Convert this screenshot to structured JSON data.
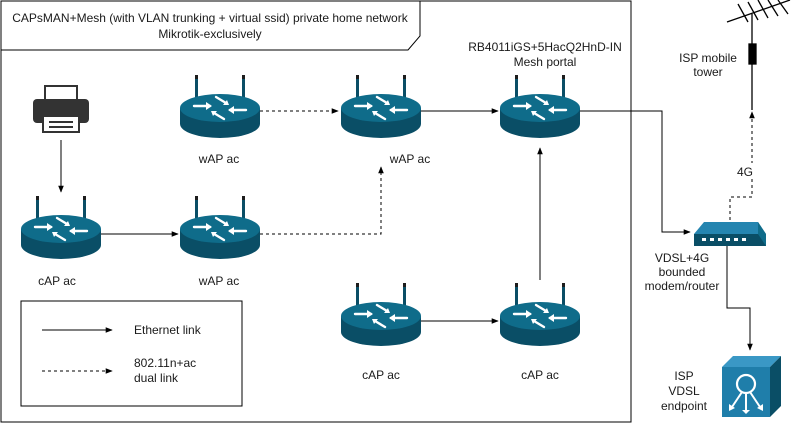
{
  "title": {
    "line1": "CAPsMAN+Mesh (with VLAN trunking + virtual ssid) private home network",
    "line2": "Mikrotik-exclusively"
  },
  "nodes": {
    "printer": {
      "icon": "printer-icon"
    },
    "cap_left": {
      "label": "cAP ac",
      "icon": "router-icon"
    },
    "wap_bottom": {
      "label": "wAP ac",
      "icon": "router-icon"
    },
    "wap_top_left": {
      "label": "wAP ac",
      "icon": "router-icon"
    },
    "wap_top_mid": {
      "label": "wAP ac",
      "icon": "router-icon"
    },
    "portal": {
      "label_line1": "RB4011iGS+5HacQ2HnD-IN",
      "label_line2": "Mesh portal",
      "icon": "router-icon"
    },
    "cap_bottom_left": {
      "label": "cAP ac",
      "icon": "router-icon"
    },
    "cap_bottom_right": {
      "label": "cAP ac",
      "icon": "router-icon"
    },
    "modem": {
      "label_line1": "VDSL+4G",
      "label_line2": "bounded",
      "label_line3": "modem/router",
      "icon": "modem-icon"
    },
    "tower": {
      "label_line1": "ISP mobile",
      "label_line2": "tower",
      "icon": "antenna-tower-icon"
    },
    "vdsl": {
      "label_line1": "ISP",
      "label_line2": "VDSL",
      "label_line3": "endpoint",
      "icon": "vdsl-endpoint-icon"
    }
  },
  "link_labels": {
    "tower_link": "4G"
  },
  "legend": {
    "ethernet": "Ethernet link",
    "wireless_line1": "802.11n+ac",
    "wireless_line2": "dual link"
  },
  "colors": {
    "router": "#0f6c8a",
    "router_dark": "#0a4e66",
    "vdsl": "#1f7eaa",
    "line": "#000000"
  }
}
